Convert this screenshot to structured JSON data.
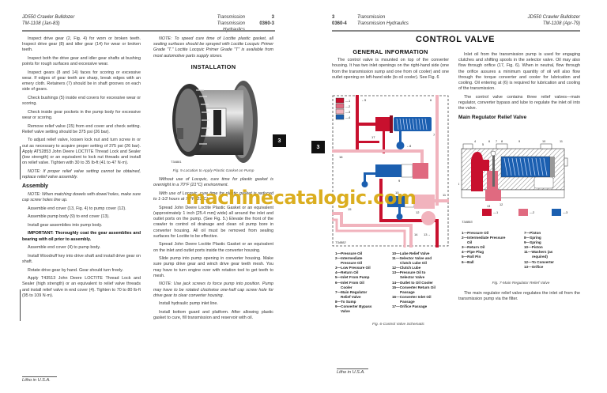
{
  "left_page": {
    "header": {
      "model": "JD550 Crawler Bulldozer",
      "manual": "TM-1108   (Jan-83)",
      "section": "Transmission",
      "section_no": "3",
      "subsection": "Transmission Hydraulics",
      "page_no": "0360-3"
    },
    "col1": {
      "paras": [
        "Inspect drive gear (2, Fig. 4) for worn or broken teeth. Inspect drive gear (8) and idler gear (14) for wear or broken teeth.",
        "Inspect both the drive gear and idler gear shafts at bushing points for rough surfaces and excessive wear.",
        "Inspect gears (8 and 14) faces for scoring or excessive wear. If edges of gear teeth are sharp, break edges with an emery cloth. Retainers (7) should be in shaft grooves on each side of gears.",
        "Check bushings (5) inside end covers for excessive wear or scoring.",
        "Check inside gear pockets in the pump body for excessive wear or scoring.",
        "Remove relief valve (15) from end cover and check setting. Relief valve setting should be 375 psi (26 bar).",
        "To adjust relief valve, loosen lock nut and turn screw in or out as necessary to acquire proper setting of 375 psi (26 bar). Apply AT52853 John Deere LOCTITE Thread Lock and Sealer (low strength) or an equivalent to lock nut threads and install on relief valve. Tighten with 30 to 35 lb-ft (41 to 47 N·m)."
      ],
      "note1": "NOTE: If proper relief valve setting cannot be obtained, replace relief valve assembly.",
      "assembly_heading": "Assembly",
      "note2": "NOTE: When matching dowels with dowel holes, make sure cap screw holes line up.",
      "assembly_paras": [
        "Assemble end cover (13, Fig. 4) to pump cover (12).",
        "Assemble pump body (9) to end cover (13).",
        "Install gear assemblies into pump body."
      ],
      "important": "IMPORTANT: Thoroughly coat the gear assemblies and bearing with oil prior to assembly.",
      "assembly_paras2": [
        "Assemble end cover (4) to pump body.",
        "Install Woodruff key into drive shaft and install drive gear on shaft.",
        "Rotate drive gear by hand. Gear should turn freely.",
        "Apply T43513 John Deere LOCTITE Thread Lock and Sealer (high strength) or an equivalent to relief valve threads and install relief valve in end cover (4). Tighten to 70 to 80 lb-ft (95 to 109 N·m)."
      ]
    },
    "col2": {
      "note": "NOTE: To speed cure time of Loctite plastic gasket, all sealing surfaces should be sprayed with Loctite Locquic Primer Grade \"T.\" Loctite Locquic Primer Grade \"T\" is available from most automotive parts supply stores.",
      "installation_heading": "INSTALLATION",
      "photo_id": "T34881",
      "fig_caption": "Fig. 5-Location to Apply Plastic Gasket on Pump",
      "italic_paras": [
        "Without use of Locquic, cure time for plastic gasket is overnight in a 70°F (21°C) environment.",
        "With use of Locquic, cure time for plastic gasket is reduced to 1-1/2 hours at 70°F (21°C)."
      ],
      "paras": [
        "Spread John Deere Loctite Plastic Gasket or an equivalent (approximately 1 inch [25.4 mm] wide) all around the inlet and outlet ports on the pump. (See Fig. 5.) Elevate the front of the crawler to control oil drainage and clean oil pump bore in converter housing. All oil must be removed from sealing surfaces for Loctite to be effective.",
        "Spread John Deere Loctite Plastic Gasket or an equivalent on the inlet and outlet ports inside the converter housing.",
        "Slide pump into pump opening in converter housing. Make sure pump drive gear and winch drive gear teeth mesh. You may have to turn engine over with rotation tool to get teeth to mesh."
      ],
      "note2": "NOTE: Use jack screws to force pump into position. Pump may have to be rotated clockwise one-half cap screw hole for drive gear to clear converter housing.",
      "paras2": [
        "Install hydraulic pump inlet line.",
        "Install bottom guard and platform. After allowing plastic gasket to cure, fill transmission and reservoir with oil."
      ]
    },
    "tab": "3",
    "footer": "Litho in U.S.A."
  },
  "right_page": {
    "header": {
      "section_no": "3",
      "page_no": "0360-4",
      "section": "Transmission",
      "subsection": "Transmission Hydraulics",
      "model": "JD550 Crawler Bulldozer",
      "manual": "TM-1108   (Apr-79)"
    },
    "title": "CONTROL VALVE",
    "col1": {
      "heading": "GENERAL INFORMATION",
      "para": "The control valve is mounted on top of the converter housing. It has two inlet openings on the right-hand side (one from the transmission sump and one from oil cooler) and one outlet opening on left-hand side (to oil cooler). See Fig. 6",
      "fig6": {
        "id": "T34882",
        "swatch_labels": [
          "1",
          "2",
          "3",
          "4"
        ],
        "callouts": [
          "5",
          "6",
          "7",
          "8",
          "9",
          "10",
          "11",
          "12",
          "13",
          "14",
          "15",
          "16",
          "17"
        ],
        "legend_left": [
          "1—Pressure Oil",
          "2—Intermediate",
          "    Pressure Oil",
          "3—Low Pressure Oil",
          "4—Return Oil",
          "5—Inlet From Pump",
          "6—Inlet From Oil",
          "    Cooler",
          "7—Main Regulator",
          "    Relief Valve",
          "8—To Sump",
          "9—Converter Bypass",
          "    Valve"
        ],
        "legend_right": [
          "10—Lube Relief Valve",
          "11—Selector Valve and",
          "      Clutch Lube Oil",
          "12—Clutch Lube",
          "13—Pressure Oil to",
          "      Selector Valve",
          "14—Outlet to Oil Cooler",
          "15—Converter Return Oil",
          "      Passage",
          "16—Converter Inlet Oil",
          "      Passage",
          "17—Orifice Passage"
        ],
        "caption": "Fig. 6-Control Valve Schematic"
      }
    },
    "col2": {
      "paras": [
        "Inlet oil from the transmission pump is used for engaging clutches and shifting spools in the selector valve. Oil may also flow through orifice (17, Fig. 6). When in neutral, flow through the orifice assures a minimum quantity of oil will also flow through the torque converter and cooler for lubrication and cooling. Oil entering at (6) is required for lubrication and cooling of the transmission.",
        "The control valve contains three relief valves—main regulator, converter bypass and lube to regulate the inlet oil into the valve."
      ],
      "heading": "Main Regulator Relief Valve",
      "fig7": {
        "id": "T34883",
        "callouts_top": [
          "4",
          "5",
          "6",
          "7",
          "8",
          "9",
          "10",
          "11"
        ],
        "callouts_bottom": [
          "4",
          "13",
          "12"
        ],
        "swatch_labels": [
          "1",
          "2",
          "3"
        ],
        "legend_left": [
          "1—Pressure Oil",
          "2—Intermediate Pressure",
          "    Oil",
          "3—Return Oil",
          "4—Pipe Plug",
          "5—Roll Pin",
          "6—Ball"
        ],
        "legend_right": [
          "7—Piston",
          "8—Spring",
          "9—Spring",
          "10—Piston",
          "11—Washers (as",
          "      required)",
          "12—To Converter",
          "13—Orifice"
        ],
        "caption": "Fig. 7-Main Regulator Relief Valve"
      },
      "closing": "The main regulator relief valve regulates the inlet oil from the transmission pump via the filter."
    },
    "tab": "3",
    "footer": "Litho in U.S.A."
  },
  "watermark": "machinecatalogic.com",
  "colors": {
    "pressure_oil": "#c8102e",
    "intermediate_oil": "#e06a80",
    "low_pressure_oil": "#f1b3bd",
    "return_oil": "#1b5fb0",
    "watermark": "#d9a80e"
  }
}
